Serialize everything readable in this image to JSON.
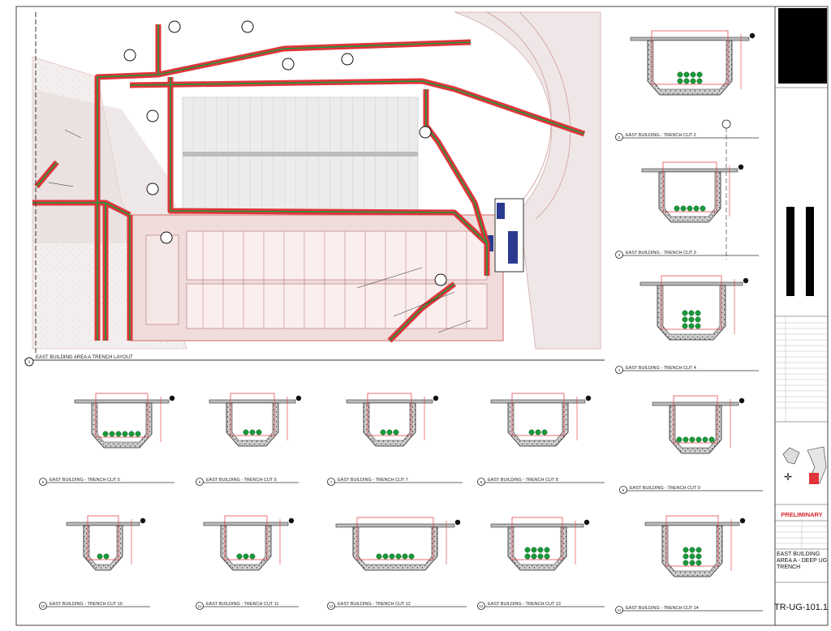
{
  "sheet": {
    "layout_plan": {
      "number": "1",
      "title": "EAST BUILDING AREA A TRENCH LAYOUT"
    },
    "trench_cuts": [
      {
        "number": "2",
        "title": "EAST BUILDING - TRENCH CUT 2"
      },
      {
        "number": "3",
        "title": "EAST BUILDING - TRENCH CUT 3"
      },
      {
        "number": "4",
        "title": "EAST BUILDING - TRENCH CUT 4"
      },
      {
        "number": "5",
        "title": "EAST BUILDING - TRENCH CUT 5"
      },
      {
        "number": "6",
        "title": "EAST BUILDING - TRENCH CUT 6"
      },
      {
        "number": "7",
        "title": "EAST BUILDING - TRENCH CUT 7"
      },
      {
        "number": "8",
        "title": "EAST BUILDING - TRENCH CUT 8"
      },
      {
        "number": "9",
        "title": "EAST BUILDING - TRENCH CUT 9"
      },
      {
        "number": "10",
        "title": "EAST BUILDING - TRENCH CUT 10"
      },
      {
        "number": "11",
        "title": "EAST BUILDING - TRENCH CUT 11"
      },
      {
        "number": "12",
        "title": "EAST BUILDING - TRENCH CUT 12"
      },
      {
        "number": "13",
        "title": "EAST BUILDING - TRENCH CUT 13"
      },
      {
        "number": "14",
        "title": "EAST BUILDING - TRENCH CUT 14"
      }
    ]
  },
  "title_block": {
    "status": "PRELIMINARY",
    "sheet_title": "EAST BUILDING AREA A - DEEP UG TRENCH",
    "sheet_number": "TR-UG-101.1"
  },
  "colors": {
    "trench_red": "#e0343a",
    "conduit_green": "#1a9a3a",
    "building_fill": "#f1dcdc",
    "paving_grey": "#e9e6e6",
    "status_red": "#d8262c"
  }
}
